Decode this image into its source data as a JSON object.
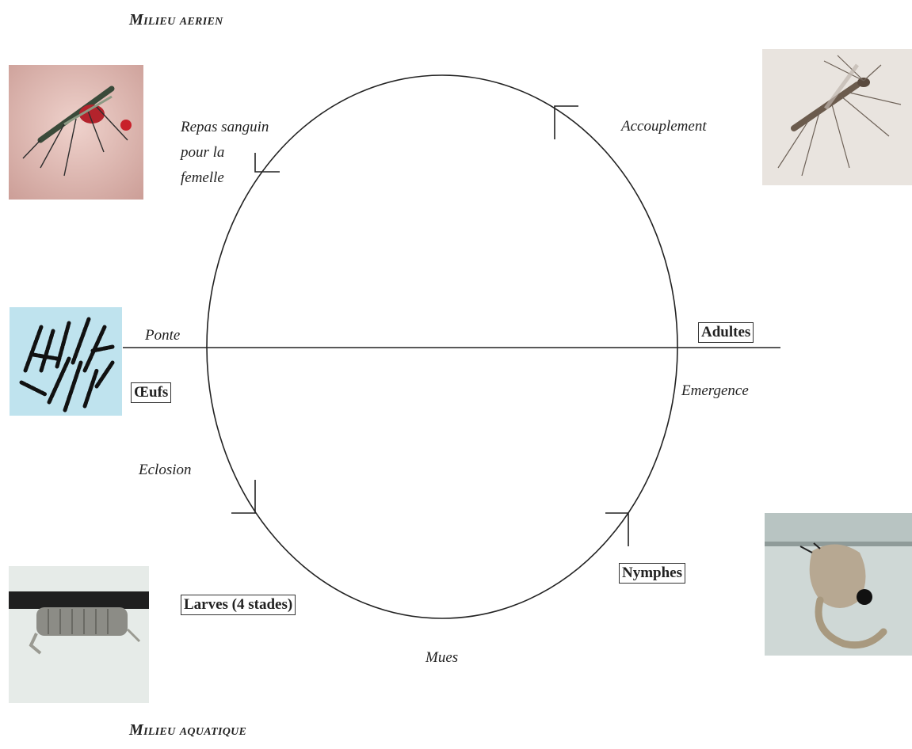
{
  "zones": {
    "top": "Milieu aerien",
    "bottom": "Milieu aquatique"
  },
  "stages": {
    "oeufs": "Œufs",
    "larves": "Larves (4 stades)",
    "nymphes": "Nymphes",
    "adultes": "Adultes"
  },
  "events": {
    "ponte": "Ponte",
    "eclosion": "Eclosion",
    "mues": "Mues",
    "emergence": "Emergence",
    "accouplement": "Accouplement",
    "repas_line1": "Repas sanguin",
    "repas_line2": "pour la",
    "repas_line3": "femelle"
  },
  "photos": [
    "mosquito-blood-meal-photo",
    "adult-mosquito-photo",
    "eggs-photo",
    "larva-photo",
    "pupa-photo"
  ],
  "colors": {
    "line": "#222222",
    "eggs_bg": "#bfe3ee",
    "skin": "#e8c4bf"
  }
}
